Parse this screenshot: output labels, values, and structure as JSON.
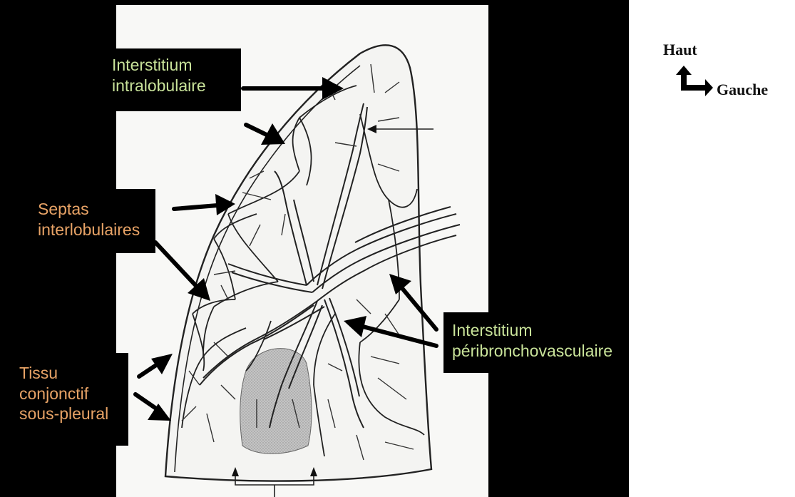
{
  "figure": {
    "labels": {
      "intralobular": "Interstitium\nintralobulaire",
      "septa": "Septas\ninterlobulaires",
      "subpleural": "Tissu\nconjonctif\nsous-pleural",
      "peribronchovascular": "Interstitium\npéribronchovasculaire"
    },
    "colors": {
      "background": "#000000",
      "drawing_paper": "#f8f8f6",
      "lines": "#222222",
      "label_green": "#c9e39a",
      "label_orange": "#e8a366",
      "acinus_shading": "#b8b8b8"
    }
  },
  "orientation": {
    "up_label": "Haut",
    "left_label": "Gauche",
    "icon": "turn-arrow-icon"
  }
}
